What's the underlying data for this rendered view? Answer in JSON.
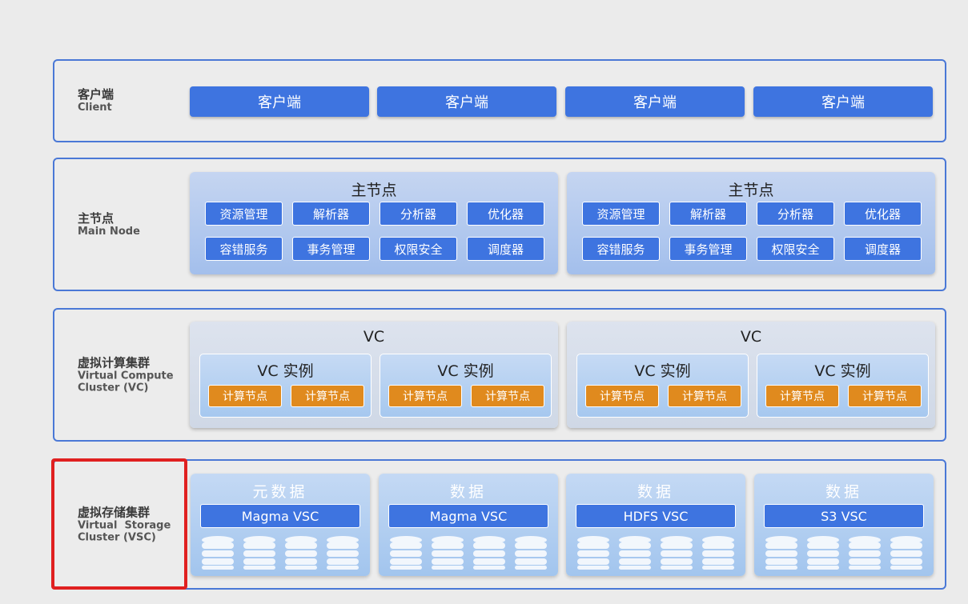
{
  "layers": {
    "client": {
      "title_zh": "客户端",
      "title_en": "Client",
      "buttons": [
        "客户端",
        "客户端",
        "客户端",
        "客户端"
      ]
    },
    "main_node": {
      "title_zh": "主节点",
      "title_en": "Main Node",
      "panels": [
        {
          "title": "主节点",
          "modules": [
            "资源管理",
            "解析器",
            "分析器",
            "优化器",
            "容错服务",
            "事务管理",
            "权限安全",
            "调度器"
          ]
        },
        {
          "title": "主节点",
          "modules": [
            "资源管理",
            "解析器",
            "分析器",
            "优化器",
            "容错服务",
            "事务管理",
            "权限安全",
            "调度器"
          ]
        }
      ]
    },
    "vc": {
      "title_zh": "虚拟计算集群",
      "title_en_line1": "Virtual Compute",
      "title_en_line2": "Cluster (VC)",
      "panels": [
        {
          "title": "VC",
          "instances": [
            {
              "title": "VC 实例",
              "nodes": [
                "计算节点",
                "计算节点"
              ]
            },
            {
              "title": "VC 实例",
              "nodes": [
                "计算节点",
                "计算节点"
              ]
            }
          ]
        },
        {
          "title": "VC",
          "instances": [
            {
              "title": "VC 实例",
              "nodes": [
                "计算节点",
                "计算节点"
              ]
            },
            {
              "title": "VC 实例",
              "nodes": [
                "计算节点",
                "计算节点"
              ]
            }
          ]
        }
      ]
    },
    "vsc": {
      "title_zh": "虚拟存储集群",
      "title_en_line1": "Virtual  Storage",
      "title_en_line2": "Cluster (VSC)",
      "panels": [
        {
          "title": "元数据",
          "label": "Magma VSC"
        },
        {
          "title": "数据",
          "label": "Magma VSC"
        },
        {
          "title": "数据",
          "label": "HDFS VSC"
        },
        {
          "title": "数据",
          "label": "S3 VSC"
        }
      ]
    }
  },
  "colors": {
    "accent_blue": "#3e74e0",
    "compute_orange": "#e08a1e",
    "highlight_red": "#e02020",
    "layer_border": "#4a78d6"
  }
}
